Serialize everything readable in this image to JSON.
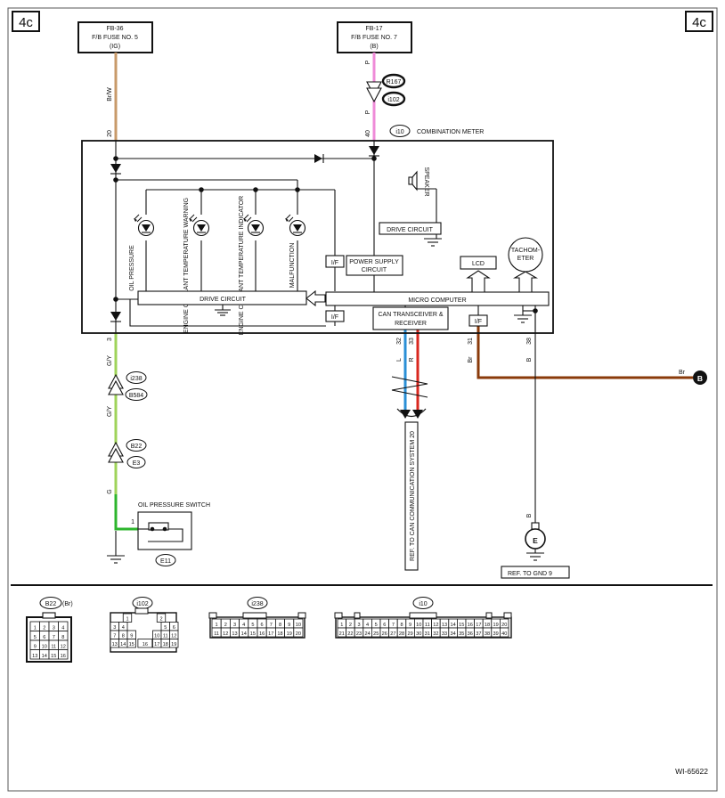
{
  "page_label": "4c",
  "fuses": {
    "left": {
      "code": "FB-36",
      "name": "F/B FUSE NO. 5",
      "sub": "(IG)"
    },
    "right": {
      "code": "FB-17",
      "name": "F/B FUSE NO. 7",
      "sub": "(B)"
    }
  },
  "colors": {
    "wire_br_w": "#c89a6a",
    "wire_p": "#ef8bd8",
    "wire_g_y": "#9fd35a",
    "wire_g": "#2db52d",
    "wire_l": "#2a8fd6",
    "wire_r": "#d9281f",
    "wire_br": "#8a3a0a"
  },
  "wires": {
    "left_fuse_color": "Br/W",
    "left_pin": "20",
    "right_fuse_color_a": "P",
    "right_fuse_color_b": "P",
    "right_pin": "40",
    "oil_pin": "3",
    "oil_color_a": "G/Y",
    "oil_color_b": "G/Y",
    "oil_color_c": "G",
    "can_l_pin": "32",
    "can_r_pin": "33",
    "can_l_color": "L",
    "can_r_color": "R",
    "br_pin": "31",
    "br_color": "Br",
    "gnd_pin": "38",
    "gnd_color_a": "B",
    "gnd_color_b": "B",
    "br_end_color": "Br",
    "br_end_marker": "B",
    "switch_pin": "1"
  },
  "connectors": {
    "r167": "R167",
    "i102": "i102",
    "i10": "i10",
    "i238": "i238",
    "b584": "B584",
    "b22": "B22",
    "e3": "E3",
    "e11": "E11"
  },
  "meter": {
    "title": "COMBINATION METER",
    "lamps": [
      "OIL PRESSURE",
      "ENGINE COOLANT TEMPERATURE WARNING",
      "ENGINE COOLANT TEMPERATURE INDICATOR",
      "MALFUNCTION"
    ],
    "drive_circuit": "DRIVE CIRCUIT",
    "drive_circuit_2": "DRIVE CIRCUIT",
    "power_supply_1": "POWER SUPPLY",
    "power_supply_2": "CIRCUIT",
    "micro_computer": "MICRO COMPUTER",
    "can_1": "CAN TRANSCEIVER &",
    "can_2": "RECEIVER",
    "lcd": "LCD",
    "tacho_1": "TACHOM-",
    "tacho_2": "ETER",
    "speaker": "SPEAKER",
    "if_labels": [
      "I/F",
      "I/F",
      "I/F"
    ]
  },
  "oil_switch": "OIL PRESSURE SWITCH",
  "ref_can": "REF. TO CAN COMMUNICATION SYSTEM",
  "ref_can_num": "20",
  "ref_gnd": "REF. TO GND",
  "ref_gnd_num": "9",
  "ground_e": "E",
  "bottom": {
    "b22_label": "B22",
    "b22_color": "(Br)",
    "b22_cells": [
      "1",
      "2",
      "3",
      "4",
      "5",
      "6",
      "7",
      "8",
      "9",
      "10",
      "11",
      "12",
      "13",
      "14",
      "15",
      "16"
    ],
    "i102_label": "i102",
    "i102_rows": [
      [
        "1",
        "2"
      ],
      [
        "3",
        "4",
        "5",
        "6"
      ],
      [
        "7",
        "8",
        "9",
        "10",
        "11",
        "12"
      ],
      [
        "13",
        "14",
        "15",
        "16",
        "17",
        "18",
        "19"
      ]
    ],
    "i238_label": "i238",
    "i238_rows": [
      [
        "1",
        "2",
        "3",
        "4",
        "5",
        "6",
        "7",
        "8",
        "9",
        "10"
      ],
      [
        "11",
        "12",
        "13",
        "14",
        "15",
        "16",
        "17",
        "18",
        "19",
        "20"
      ]
    ],
    "i10_label": "i10",
    "i10_rows": [
      [
        "1",
        "2",
        "3",
        "4",
        "5",
        "6",
        "7",
        "8",
        "9",
        "10",
        "11",
        "12",
        "13",
        "14",
        "15",
        "16",
        "17",
        "18",
        "19",
        "20"
      ],
      [
        "21",
        "22",
        "23",
        "24",
        "25",
        "26",
        "27",
        "28",
        "29",
        "30",
        "31",
        "32",
        "33",
        "34",
        "35",
        "36",
        "37",
        "38",
        "39",
        "40"
      ]
    ]
  },
  "diagram_id": "WI-65622"
}
